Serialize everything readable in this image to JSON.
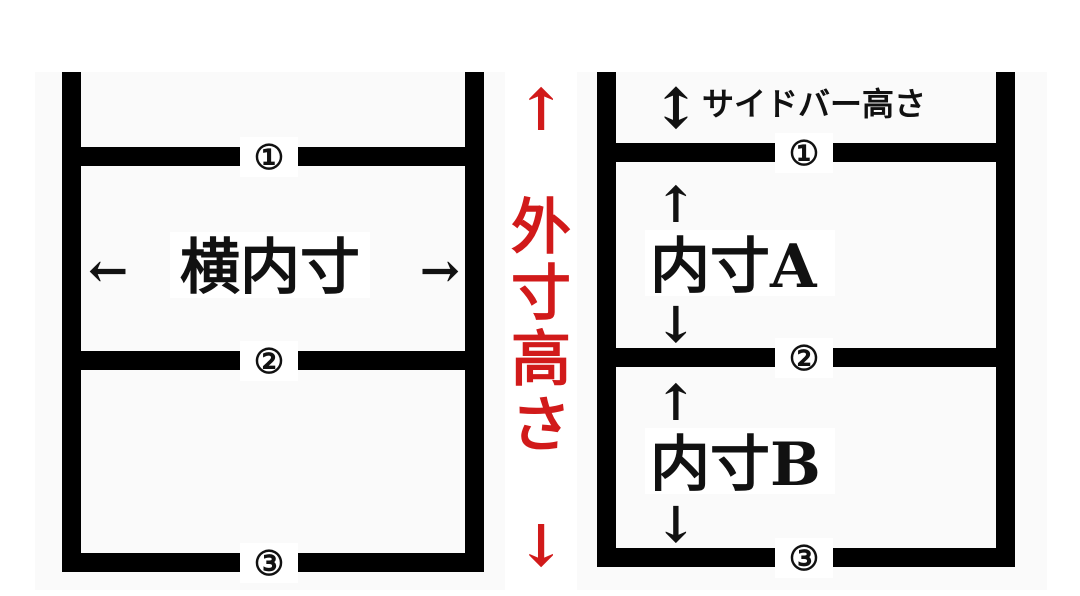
{
  "colors": {
    "background": "#ffffff",
    "panel": "#fafafa",
    "frame": "#000000",
    "text": "#111111",
    "accent": "#d11a1a"
  },
  "left_diagram": {
    "shelf_labels": [
      "①",
      "②",
      "③"
    ],
    "inner_width_label": "横内寸",
    "arrow_left": "←",
    "arrow_right": "→"
  },
  "center": {
    "outer_height_label": "外寸高さ",
    "arrow_up": "↑",
    "arrow_down": "↓"
  },
  "right_diagram": {
    "shelf_labels": [
      "①",
      "②",
      "③"
    ],
    "sidebar_height_label": "サイドバー高さ",
    "inner_a_label": "内寸A",
    "inner_b_label": "内寸B",
    "arrow_up": "↑",
    "arrow_down": "↓",
    "arrow_updown": "↕"
  }
}
